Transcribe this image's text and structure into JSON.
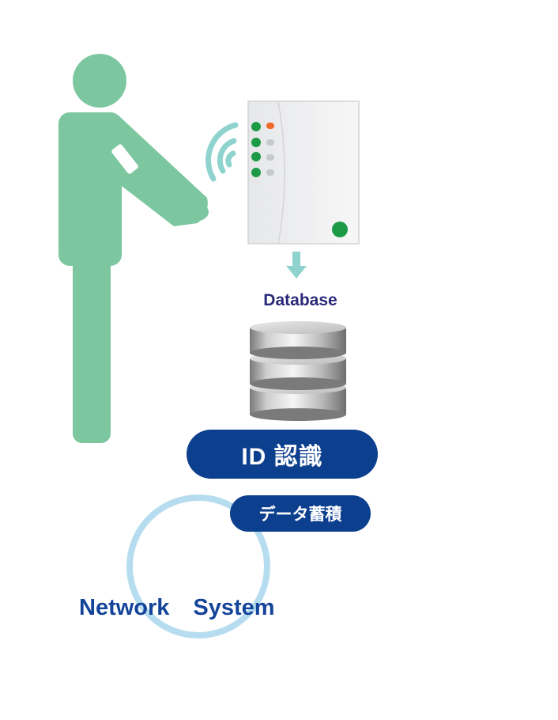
{
  "database": {
    "label": "Database"
  },
  "badges": {
    "id_recognition": "ID 認識",
    "data_storage": "データ蓄積"
  },
  "network": {
    "word1": "Network",
    "word2": "System"
  },
  "colors": {
    "person": "#7dc7a0",
    "signal": "#8fd3cf",
    "arrow": "#8fd3cf",
    "led_green": "#1d9a45",
    "led_orange": "#f06a2a",
    "led_gray": "#c7c9cc",
    "pill": "#0d3f8f",
    "ring": "#b6ddef",
    "text_blue": "#14449a"
  },
  "icons": [
    "person-icon",
    "wireless-signal-icon",
    "reader-device-icon",
    "down-arrow-icon",
    "database-icon",
    "network-ring-icon"
  ]
}
